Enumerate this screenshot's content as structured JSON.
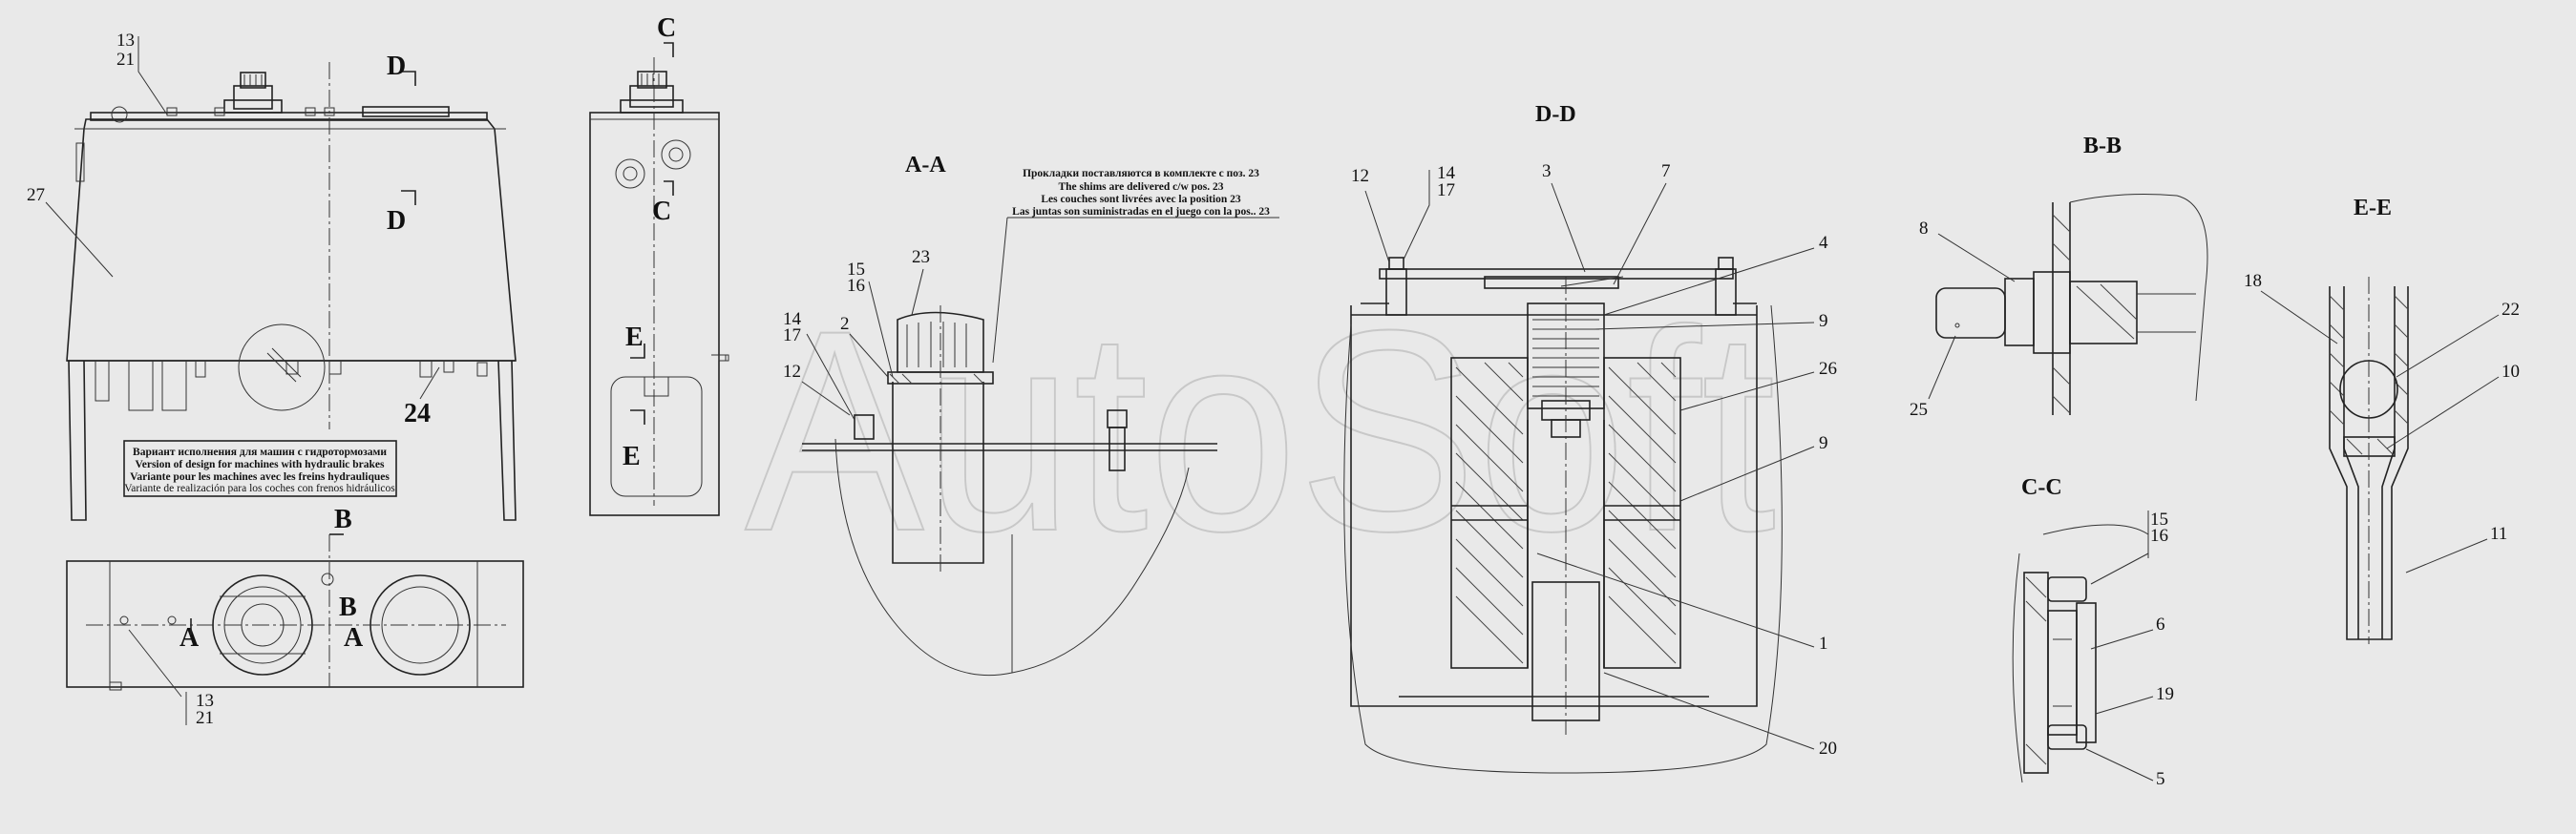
{
  "watermark": "AutoSoft",
  "sections": {
    "aa": "A-A",
    "bb": "B-B",
    "cc": "C-C",
    "dd": "D-D",
    "ee": "E-E"
  },
  "cut_letters": {
    "d_top": "D",
    "d_bot": "D",
    "c_top": "C",
    "c_mid": "C",
    "e_top": "E",
    "e_bot": "E",
    "b_top": "B",
    "b_mid": "B",
    "a_1": "A",
    "a_2": "A"
  },
  "note_hydraulic": [
    "Вариант исполнения для машин с гидротормозами",
    "Version of design for machines with hydraulic brakes",
    "Variante pour les machines avec les freins hydrauliques",
    "Variante de realización para los coches con frenos hidráulicos"
  ],
  "note_shims": [
    "Прокладки поставляются в комплекте с поз. 23",
    "The shims are delivered c/w pos. 23",
    "Les couches sont livrées avec la position  23",
    "Las juntas son suministradas en el juego con la  pos.. 23"
  ],
  "callouts": {
    "front_13": "13",
    "front_21": "21",
    "front_27": "27",
    "front_24": "24",
    "plan_13": "13",
    "plan_21": "21",
    "aa_23": "23",
    "aa_15": "15",
    "aa_16": "16",
    "aa_14": "14",
    "aa_17": "17",
    "aa_2": "2",
    "aa_12": "12",
    "dd_12": "12",
    "dd_14": "14",
    "dd_17": "17",
    "dd_3": "3",
    "dd_7": "7",
    "dd_4": "4",
    "dd_9a": "9",
    "dd_26": "26",
    "dd_9b": "9",
    "dd_1": "1",
    "dd_20": "20",
    "bb_8": "8",
    "bb_25": "25",
    "cc_15": "15",
    "cc_16": "16",
    "cc_6": "6",
    "cc_19": "19",
    "cc_5": "5",
    "ee_18": "18",
    "ee_22": "22",
    "ee_10": "10",
    "ee_11": "11"
  }
}
